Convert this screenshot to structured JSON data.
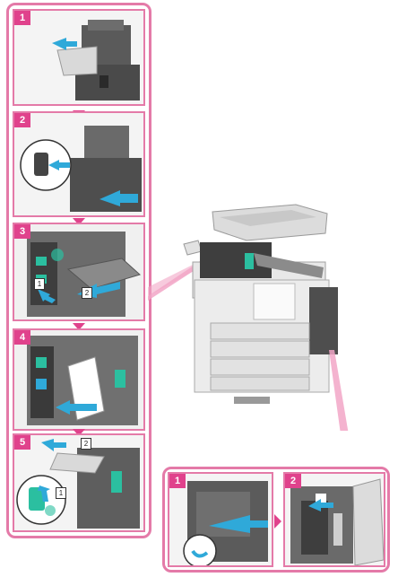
{
  "steps": [
    {
      "label": "1"
    },
    {
      "label": "2"
    },
    {
      "label": "3",
      "callouts": [
        "1",
        "2"
      ]
    },
    {
      "label": "4"
    },
    {
      "label": "5",
      "callouts": [
        "2",
        "1"
      ]
    }
  ],
  "detail_steps": [
    {
      "label": "1"
    },
    {
      "label": "2"
    }
  ],
  "colors": {
    "frame": "#e47aa8",
    "badge": "#e0428c",
    "arrow": "#2fa9d9",
    "accent": "#2bbfa0"
  }
}
